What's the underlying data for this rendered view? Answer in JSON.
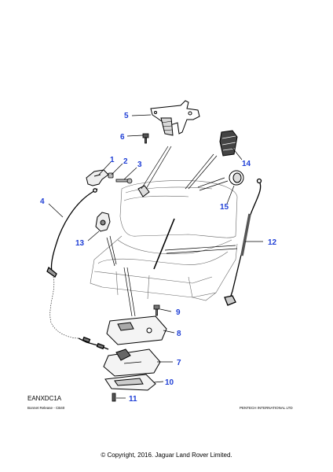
{
  "diagram": {
    "reference_code": "EANXDC1A",
    "subtitle_left": "Bonnet Release - CB40",
    "subtitle_right": "PENTECH INTERNATIONAL LTD",
    "copyright": "© Copyright, 2016. Jaguar Land Rover Limited.",
    "callout_color": "#1f3fd6",
    "callouts": [
      {
        "id": "1",
        "text": "1"
      },
      {
        "id": "2",
        "text": "2"
      },
      {
        "id": "3",
        "text": "3"
      },
      {
        "id": "4",
        "text": "4"
      },
      {
        "id": "5",
        "text": "5"
      },
      {
        "id": "6",
        "text": "6"
      },
      {
        "id": "7",
        "text": "7"
      },
      {
        "id": "8",
        "text": "8"
      },
      {
        "id": "9",
        "text": "9"
      },
      {
        "id": "10",
        "text": "10"
      },
      {
        "id": "11",
        "text": "11"
      },
      {
        "id": "12",
        "text": "12"
      },
      {
        "id": "13",
        "text": "13"
      },
      {
        "id": "14",
        "text": "14"
      },
      {
        "id": "15",
        "text": "15"
      }
    ]
  }
}
